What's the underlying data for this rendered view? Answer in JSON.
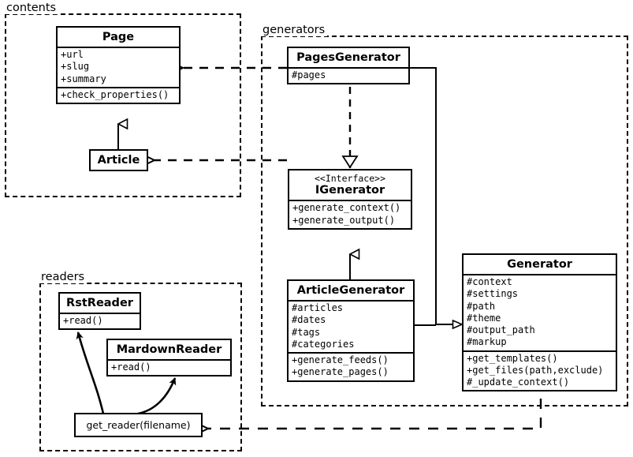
{
  "diagram": {
    "title": "Pelican architecture UML class diagram",
    "background": "#ffffff",
    "stroke": "#000000"
  },
  "packages": [
    {
      "id": "contents",
      "label": "contents"
    },
    {
      "id": "generators",
      "label": "generators"
    },
    {
      "id": "readers",
      "label": "readers"
    }
  ],
  "classes": {
    "page": {
      "name": "Page",
      "attributes": [
        "+url",
        "+slug",
        "+summary"
      ],
      "methods": [
        "+check_properties()"
      ]
    },
    "article": {
      "name": "Article",
      "attributes": [],
      "methods": []
    },
    "pages_generator": {
      "name": "PagesGenerator",
      "attributes": [
        "#pages"
      ],
      "methods": []
    },
    "igenerator": {
      "stereotype": "<<Interface>>",
      "name": "IGenerator",
      "attributes": [],
      "methods": [
        "+generate_context()",
        "+generate_output()"
      ]
    },
    "article_generator": {
      "name": "ArticleGenerator",
      "attributes": [
        "#articles",
        "#dates",
        "#tags",
        "#categories"
      ],
      "methods": [
        "+generate_feeds()",
        "+generate_pages()"
      ]
    },
    "generator": {
      "name": "Generator",
      "attributes": [
        "#context",
        "#settings",
        "#path",
        "#theme",
        "#output_path",
        "#markup"
      ],
      "methods": [
        "+get_templates()",
        "+get_files(path,exclude)",
        "#_update_context()"
      ]
    },
    "rst_reader": {
      "name": "RstReader",
      "attributes": [],
      "methods": [
        "+read()"
      ]
    },
    "mardown_reader": {
      "name": "MardownReader",
      "attributes": [],
      "methods": [
        "+read()"
      ]
    },
    "get_reader": {
      "name": "get_reader(filename)",
      "attributes": [],
      "methods": []
    }
  },
  "relations": [
    {
      "id": "article-extends-page",
      "type": "generalization",
      "from": "article",
      "to": "page"
    },
    {
      "id": "pagesgenerator-uses-page",
      "type": "dependency",
      "from": "pages_generator",
      "to": "page"
    },
    {
      "id": "articlegenerator-uses-article",
      "type": "dependency",
      "from": "article_generator",
      "to": "article"
    },
    {
      "id": "pagesgenerator-implements-igenerator",
      "type": "realization",
      "from": "pages_generator",
      "to": "igenerator"
    },
    {
      "id": "articlegenerator-implements-igenerator",
      "type": "generalization",
      "from": "article_generator",
      "to": "igenerator"
    },
    {
      "id": "pagesgenerator-extends-generator",
      "type": "generalization",
      "from": "pages_generator",
      "to": "generator"
    },
    {
      "id": "articlegenerator-extends-generator",
      "type": "generalization",
      "from": "article_generator",
      "to": "generator"
    },
    {
      "id": "generator-uses-getreader",
      "type": "dependency",
      "from": "generator",
      "to": "get_reader"
    },
    {
      "id": "getreader-creates-rstreader",
      "type": "instantiates",
      "from": "get_reader",
      "to": "rst_reader"
    },
    {
      "id": "getreader-creates-mardownreader",
      "type": "instantiates",
      "from": "get_reader",
      "to": "mardown_reader"
    }
  ]
}
